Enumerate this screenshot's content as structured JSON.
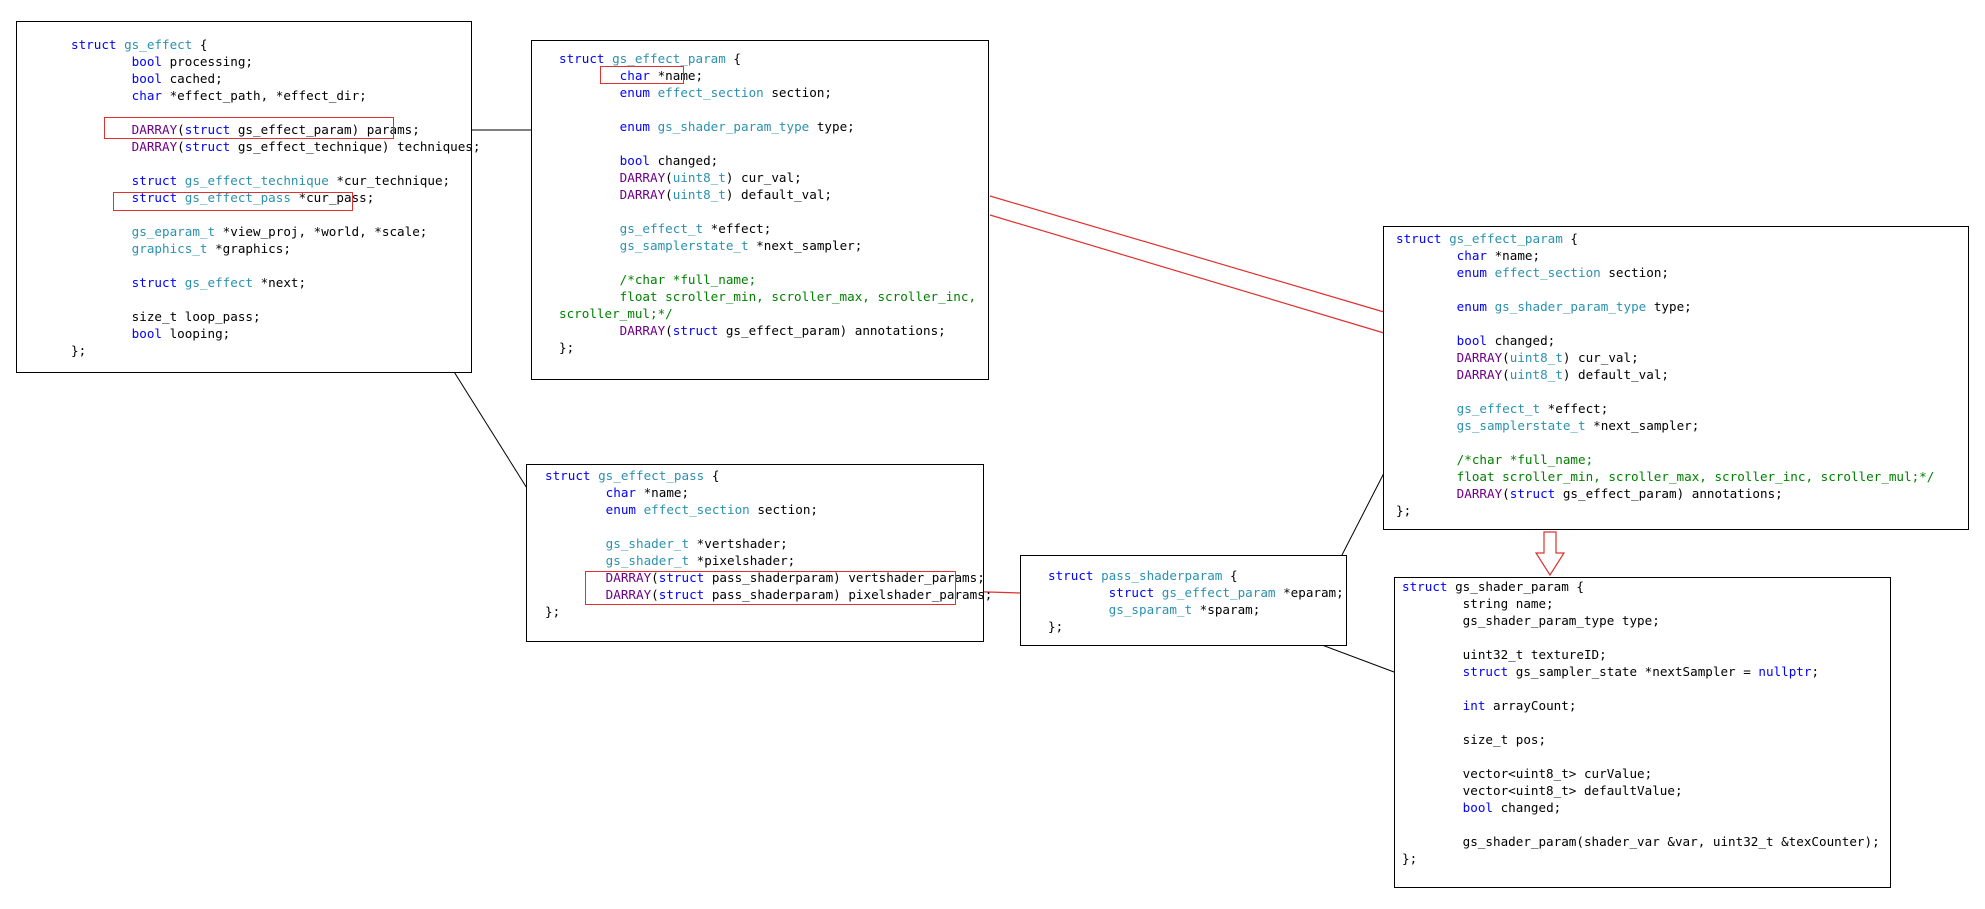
{
  "colors": {
    "keyword": "#0000ff",
    "type": "#2b91af",
    "macro": "#6f008a",
    "comment": "#008000",
    "text": "#000000",
    "highlight": "#e03030",
    "border": "#000000"
  },
  "boxes": [
    {
      "id": "gs-effect",
      "lines": [
        [
          [
            "kw",
            "struct "
          ],
          [
            "ty",
            "gs_effect"
          ],
          [
            "tx",
            " {"
          ]
        ],
        [
          [
            "tx",
            "        "
          ],
          [
            "kw",
            "bool"
          ],
          [
            "tx",
            " processing;"
          ]
        ],
        [
          [
            "tx",
            "        "
          ],
          [
            "kw",
            "bool"
          ],
          [
            "tx",
            " cached;"
          ]
        ],
        [
          [
            "tx",
            "        "
          ],
          [
            "kw",
            "char"
          ],
          [
            "tx",
            " *effect_path, *effect_dir;"
          ]
        ],
        [],
        [
          [
            "tx",
            "        "
          ],
          [
            "mac",
            "DARRAY"
          ],
          [
            "tx",
            "("
          ],
          [
            "kw",
            "struct"
          ],
          [
            "tx",
            " gs_effect_param) params;"
          ]
        ],
        [
          [
            "tx",
            "        "
          ],
          [
            "mac",
            "DARRAY"
          ],
          [
            "tx",
            "("
          ],
          [
            "kw",
            "struct"
          ],
          [
            "tx",
            " gs_effect_technique) techniques;"
          ]
        ],
        [],
        [
          [
            "tx",
            "        "
          ],
          [
            "kw",
            "struct "
          ],
          [
            "ty",
            "gs_effect_technique"
          ],
          [
            "tx",
            " *cur_technique;"
          ]
        ],
        [
          [
            "tx",
            "        "
          ],
          [
            "kw",
            "struct "
          ],
          [
            "ty",
            "gs_effect_pass"
          ],
          [
            "tx",
            " *cur_pass;"
          ]
        ],
        [],
        [
          [
            "tx",
            "        "
          ],
          [
            "ty",
            "gs_eparam_t"
          ],
          [
            "tx",
            " *view_proj, *world, *scale;"
          ]
        ],
        [
          [
            "tx",
            "        "
          ],
          [
            "ty",
            "graphics_t"
          ],
          [
            "tx",
            " *graphics;"
          ]
        ],
        [],
        [
          [
            "tx",
            "        "
          ],
          [
            "kw",
            "struct "
          ],
          [
            "ty",
            "gs_effect"
          ],
          [
            "tx",
            " *next;"
          ]
        ],
        [],
        [
          [
            "tx",
            "        "
          ],
          [
            "tx",
            "size_t loop_pass;"
          ]
        ],
        [
          [
            "tx",
            "        "
          ],
          [
            "kw",
            "bool"
          ],
          [
            "tx",
            " looping;"
          ]
        ],
        [
          [
            "tx",
            "};"
          ]
        ]
      ]
    },
    {
      "id": "gs-effect-param-top",
      "lines": [
        [
          [
            "kw",
            "struct "
          ],
          [
            "ty",
            "gs_effect_param"
          ],
          [
            "tx",
            " {"
          ]
        ],
        [
          [
            "tx",
            "        "
          ],
          [
            "kw",
            "char"
          ],
          [
            "tx",
            " *name;"
          ]
        ],
        [
          [
            "tx",
            "        "
          ],
          [
            "kw",
            "enum "
          ],
          [
            "ty",
            "effect_section"
          ],
          [
            "tx",
            " section;"
          ]
        ],
        [],
        [
          [
            "tx",
            "        "
          ],
          [
            "kw",
            "enum "
          ],
          [
            "ty",
            "gs_shader_param_type"
          ],
          [
            "tx",
            " type;"
          ]
        ],
        [],
        [
          [
            "tx",
            "        "
          ],
          [
            "kw",
            "bool"
          ],
          [
            "tx",
            " changed;"
          ]
        ],
        [
          [
            "tx",
            "        "
          ],
          [
            "mac",
            "DARRAY"
          ],
          [
            "tx",
            "("
          ],
          [
            "ty",
            "uint8_t"
          ],
          [
            "tx",
            ") cur_val;"
          ]
        ],
        [
          [
            "tx",
            "        "
          ],
          [
            "mac",
            "DARRAY"
          ],
          [
            "tx",
            "("
          ],
          [
            "ty",
            "uint8_t"
          ],
          [
            "tx",
            ") default_val;"
          ]
        ],
        [],
        [
          [
            "tx",
            "        "
          ],
          [
            "ty",
            "gs_effect_t"
          ],
          [
            "tx",
            " *effect;"
          ]
        ],
        [
          [
            "tx",
            "        "
          ],
          [
            "ty",
            "gs_samplerstate_t"
          ],
          [
            "tx",
            " *next_sampler;"
          ]
        ],
        [],
        [
          [
            "tx",
            "        "
          ],
          [
            "cm",
            "/*char *full_name;"
          ]
        ],
        [
          [
            "tx",
            "        "
          ],
          [
            "cm",
            "float scroller_min, scroller_max, scroller_inc,"
          ]
        ],
        [
          [
            "cm",
            "scroller_mul;*/"
          ]
        ],
        [
          [
            "tx",
            "        "
          ],
          [
            "mac",
            "DARRAY"
          ],
          [
            "tx",
            "("
          ],
          [
            "kw",
            "struct"
          ],
          [
            "tx",
            " gs_effect_param) annotations;"
          ]
        ],
        [
          [
            "tx",
            "};"
          ]
        ]
      ]
    },
    {
      "id": "gs-effect-param-right",
      "lines": [
        [
          [
            "kw",
            "struct "
          ],
          [
            "ty",
            "gs_effect_param"
          ],
          [
            "tx",
            " {"
          ]
        ],
        [
          [
            "tx",
            "        "
          ],
          [
            "kw",
            "char"
          ],
          [
            "tx",
            " *name;"
          ]
        ],
        [
          [
            "tx",
            "        "
          ],
          [
            "kw",
            "enum "
          ],
          [
            "ty",
            "effect_section"
          ],
          [
            "tx",
            " section;"
          ]
        ],
        [],
        [
          [
            "tx",
            "        "
          ],
          [
            "kw",
            "enum "
          ],
          [
            "ty",
            "gs_shader_param_type"
          ],
          [
            "tx",
            " type;"
          ]
        ],
        [],
        [
          [
            "tx",
            "        "
          ],
          [
            "kw",
            "bool"
          ],
          [
            "tx",
            " changed;"
          ]
        ],
        [
          [
            "tx",
            "        "
          ],
          [
            "mac",
            "DARRAY"
          ],
          [
            "tx",
            "("
          ],
          [
            "ty",
            "uint8_t"
          ],
          [
            "tx",
            ") cur_val;"
          ]
        ],
        [
          [
            "tx",
            "        "
          ],
          [
            "mac",
            "DARRAY"
          ],
          [
            "tx",
            "("
          ],
          [
            "ty",
            "uint8_t"
          ],
          [
            "tx",
            ") default_val;"
          ]
        ],
        [],
        [
          [
            "tx",
            "        "
          ],
          [
            "ty",
            "gs_effect_t"
          ],
          [
            "tx",
            " *effect;"
          ]
        ],
        [
          [
            "tx",
            "        "
          ],
          [
            "ty",
            "gs_samplerstate_t"
          ],
          [
            "tx",
            " *next_sampler;"
          ]
        ],
        [],
        [
          [
            "tx",
            "        "
          ],
          [
            "cm",
            "/*char *full_name;"
          ]
        ],
        [
          [
            "tx",
            "        "
          ],
          [
            "cm",
            "float scroller_min, scroller_max, scroller_inc, scroller_mul;*/"
          ]
        ],
        [
          [
            "tx",
            "        "
          ],
          [
            "mac",
            "DARRAY"
          ],
          [
            "tx",
            "("
          ],
          [
            "kw",
            "struct"
          ],
          [
            "tx",
            " gs_effect_param) annotations;"
          ]
        ],
        [
          [
            "tx",
            "};"
          ]
        ]
      ]
    },
    {
      "id": "gs-effect-pass",
      "lines": [
        [
          [
            "kw",
            "struct "
          ],
          [
            "ty",
            "gs_effect_pass"
          ],
          [
            "tx",
            " {"
          ]
        ],
        [
          [
            "tx",
            "        "
          ],
          [
            "kw",
            "char"
          ],
          [
            "tx",
            " *name;"
          ]
        ],
        [
          [
            "tx",
            "        "
          ],
          [
            "kw",
            "enum "
          ],
          [
            "ty",
            "effect_section"
          ],
          [
            "tx",
            " section;"
          ]
        ],
        [],
        [
          [
            "tx",
            "        "
          ],
          [
            "ty",
            "gs_shader_t"
          ],
          [
            "tx",
            " *vertshader;"
          ]
        ],
        [
          [
            "tx",
            "        "
          ],
          [
            "ty",
            "gs_shader_t"
          ],
          [
            "tx",
            " *pixelshader;"
          ]
        ],
        [
          [
            "tx",
            "        "
          ],
          [
            "mac",
            "DARRAY"
          ],
          [
            "tx",
            "("
          ],
          [
            "kw",
            "struct"
          ],
          [
            "tx",
            " pass_shaderparam) vertshader_params;"
          ]
        ],
        [
          [
            "tx",
            "        "
          ],
          [
            "mac",
            "DARRAY"
          ],
          [
            "tx",
            "("
          ],
          [
            "kw",
            "struct"
          ],
          [
            "tx",
            " pass_shaderparam) pixelshader_params;"
          ]
        ],
        [
          [
            "tx",
            "};"
          ]
        ]
      ]
    },
    {
      "id": "pass-shaderparam",
      "lines": [
        [
          [
            "kw",
            "struct "
          ],
          [
            "ty",
            "pass_shaderparam"
          ],
          [
            "tx",
            " {"
          ]
        ],
        [
          [
            "tx",
            "        "
          ],
          [
            "kw",
            "struct "
          ],
          [
            "ty",
            "gs_effect_param"
          ],
          [
            "tx",
            " *eparam;"
          ]
        ],
        [
          [
            "tx",
            "        "
          ],
          [
            "ty",
            "gs_sparam_t"
          ],
          [
            "tx",
            " *sparam;"
          ]
        ],
        [
          [
            "tx",
            "};"
          ]
        ]
      ]
    },
    {
      "id": "gs-shader-param",
      "lines": [
        [
          [
            "kw",
            "struct"
          ],
          [
            "tx",
            " gs_shader_param {"
          ]
        ],
        [
          [
            "tx",
            "        string name;"
          ]
        ],
        [
          [
            "tx",
            "        gs_shader_param_type type;"
          ]
        ],
        [],
        [
          [
            "tx",
            "        uint32_t textureID;"
          ]
        ],
        [
          [
            "tx",
            "        "
          ],
          [
            "kw",
            "struct"
          ],
          [
            "tx",
            " gs_sampler_state *nextSampler = "
          ],
          [
            "kw",
            "nullptr"
          ],
          [
            "tx",
            ";"
          ]
        ],
        [],
        [
          [
            "tx",
            "        "
          ],
          [
            "kw",
            "int"
          ],
          [
            "tx",
            " arrayCount;"
          ]
        ],
        [],
        [
          [
            "tx",
            "        size_t pos;"
          ]
        ],
        [],
        [
          [
            "tx",
            "        vector<uint8_t> curValue;"
          ]
        ],
        [
          [
            "tx",
            "        vector<uint8_t> defaultValue;"
          ]
        ],
        [
          [
            "tx",
            "        "
          ],
          [
            "kw",
            "bool"
          ],
          [
            "tx",
            " changed;"
          ]
        ],
        [],
        [
          [
            "tx",
            "        gs_shader_param(shader_var &var, uint32_t &texCounter);"
          ]
        ],
        [
          [
            "tx",
            "};"
          ]
        ]
      ]
    }
  ]
}
